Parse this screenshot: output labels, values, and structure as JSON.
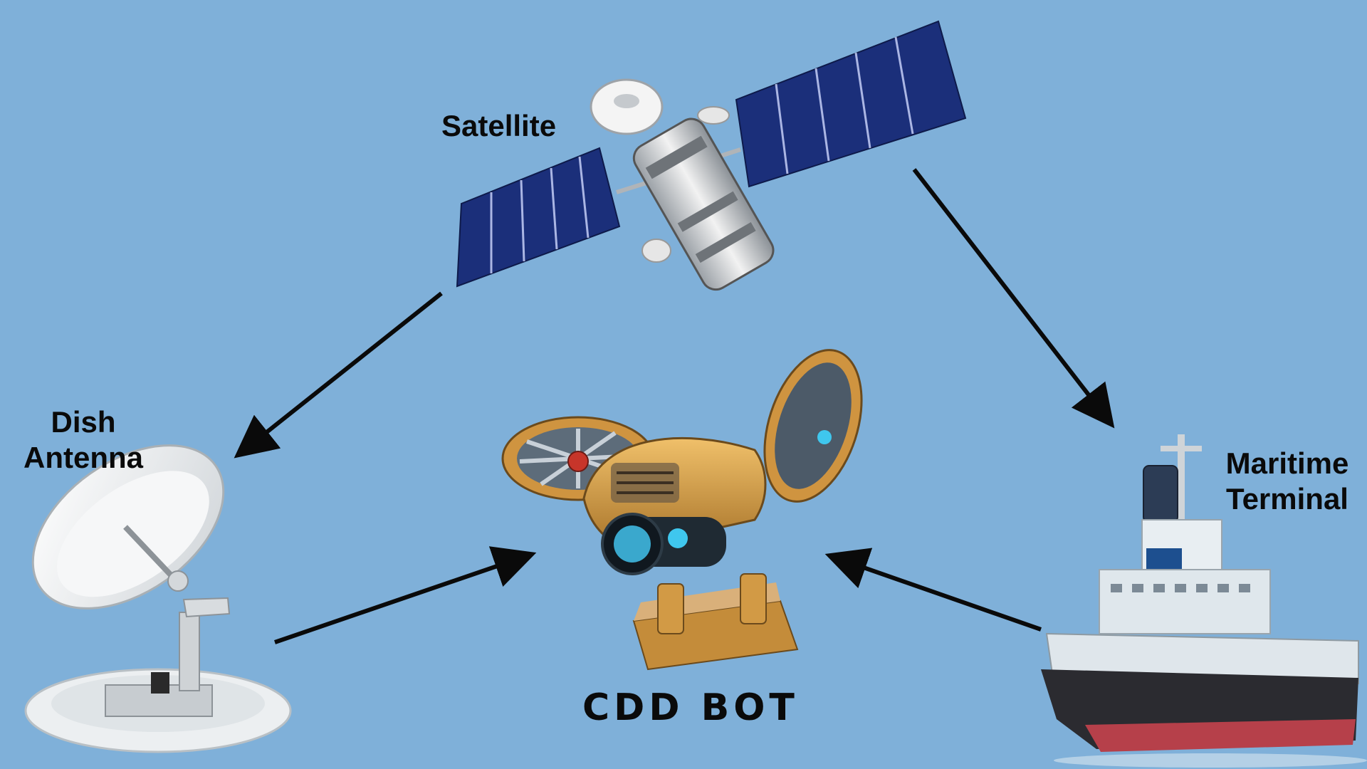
{
  "diagram": {
    "nodes": {
      "satellite": {
        "label": "Satellite"
      },
      "dish": {
        "label_line1": "Dish",
        "label_line2": "Antenna"
      },
      "maritime": {
        "label_line1": "Maritime",
        "label_line2": "Terminal"
      },
      "bot": {
        "label": "CDD BOT"
      }
    },
    "edges": [
      {
        "from": "satellite",
        "to": "dish"
      },
      {
        "from": "satellite",
        "to": "maritime"
      },
      {
        "from": "dish",
        "to": "bot"
      },
      {
        "from": "maritime",
        "to": "bot"
      }
    ]
  },
  "colors": {
    "background": "#7fb0d9",
    "arrow": "#0a0a0a",
    "solar_panel": "#1b2f7a",
    "bot_body": "#d9a449",
    "ship_hull": "#2b2b30"
  }
}
